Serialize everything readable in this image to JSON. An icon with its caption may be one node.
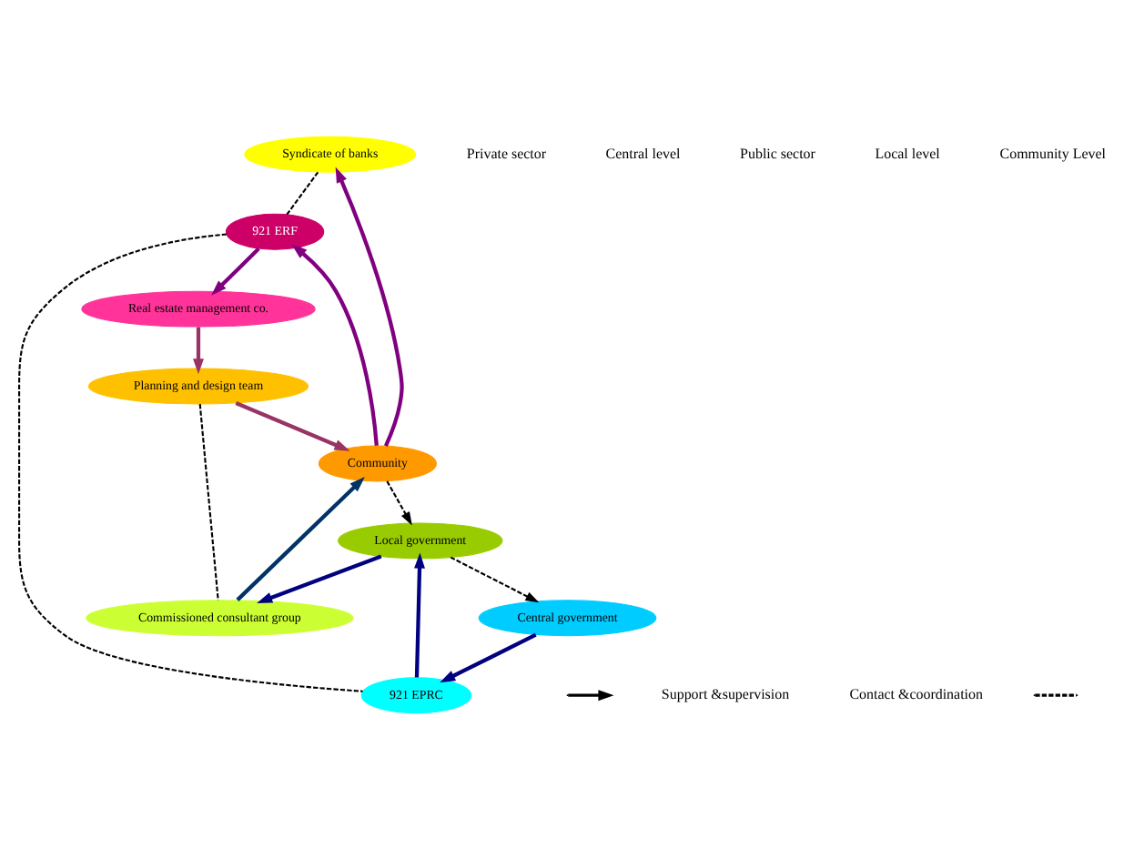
{
  "diagram": {
    "nodes": [
      {
        "text": [
          "Syndicate of banks"
        ]
      },
      {
        "text": [
          "Planning and design team"
        ]
      },
      {
        "text": [
          "Community"
        ]
      },
      {
        "text": [
          "Real estate management co."
        ]
      },
      {
        "text": [
          "Commissioned consultant group"
        ]
      },
      {
        "text": [
          "Local government"
        ]
      },
      {
        "text": [
          "921 EPRC"
        ]
      },
      {
        "text": [
          "921 ERF"
        ]
      },
      {
        "text": [
          "Central government"
        ]
      }
    ],
    "edges": [
      {
        "from": 2,
        "to": 0,
        "arrow": "to",
        "color": "#800080"
      },
      {
        "from": 3,
        "to": 1,
        "arrow": "to",
        "color": "#993366"
      },
      {
        "from": 1,
        "to": 2,
        "arrow": "to",
        "color": "#993366"
      },
      {
        "from": 2,
        "to": 7,
        "arrow": "to",
        "color": "#800080"
      },
      {
        "from": 7,
        "to": 3,
        "arrow": "to",
        "color": "#800080"
      },
      {
        "from": 4,
        "to": 2,
        "arrow": "to",
        "color": "#003366"
      },
      {
        "from": 5,
        "to": 4,
        "arrow": "to",
        "color": "#000080"
      },
      {
        "from": 6,
        "to": 5,
        "arrow": "to",
        "color": "#000080"
      },
      {
        "from": 8,
        "to": 6,
        "arrow": "to",
        "color": "#000080"
      },
      {
        "from": 2,
        "to": 5,
        "arrow": "to",
        "style": "dashed",
        "color": "#000000"
      },
      {
        "from": 5,
        "to": 8,
        "arrow": "to",
        "style": "dashed",
        "color": "#000000"
      },
      {
        "from": 0,
        "to": 7,
        "arrow": "none",
        "style": "dashed",
        "color": "#000000"
      },
      {
        "from": 7,
        "to": 6,
        "arrow": "none",
        "style": "dashed",
        "color": "#000000"
      },
      {
        "from": 1,
        "to": 4,
        "arrow": "none",
        "style": "dashed",
        "color": "#000000"
      }
    ],
    "labels": [
      "Private sector",
      "Central level",
      "Public sector",
      "Local level",
      "Community Level"
    ],
    "legend": [
      {
        "text": "Support &supervision"
      },
      {
        "text": "Contact &coordination"
      }
    ]
  }
}
